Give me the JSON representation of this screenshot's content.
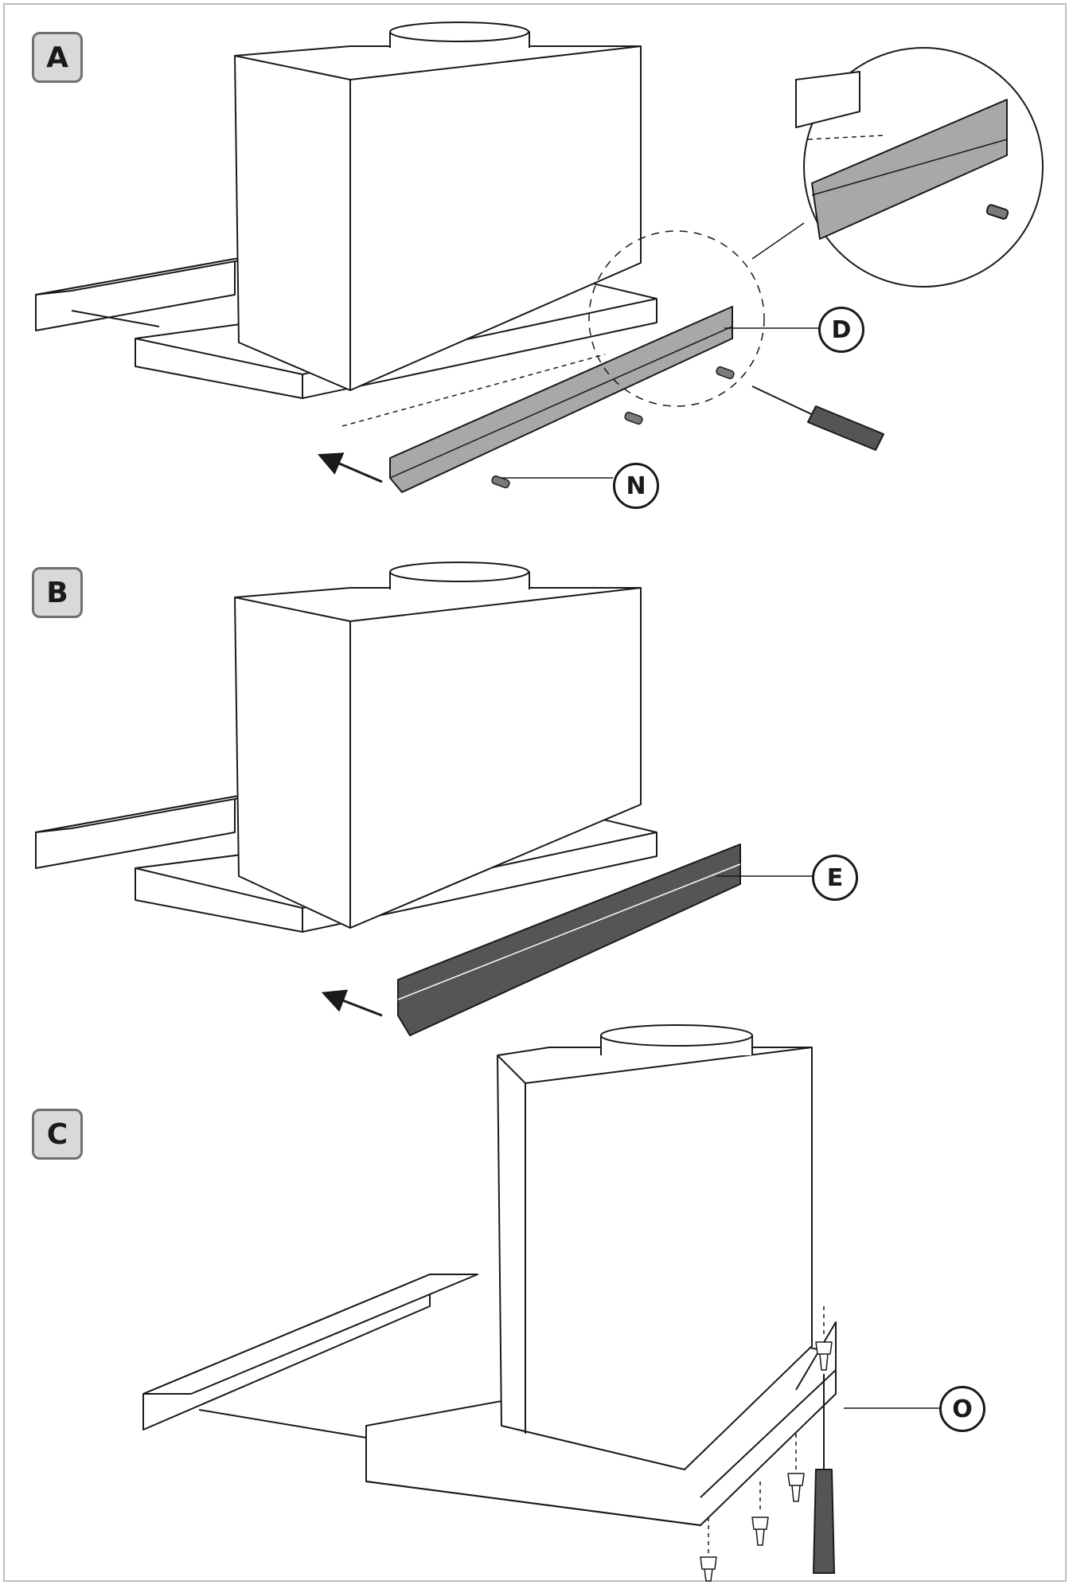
{
  "steps": [
    {
      "label": "A",
      "parts": [
        "D",
        "N"
      ]
    },
    {
      "label": "B",
      "parts": [
        "E"
      ]
    },
    {
      "label": "C",
      "parts": [
        "O"
      ]
    }
  ],
  "colors": {
    "line": "#1a1a1a",
    "panel": "#ffffff",
    "bracket_light": "#a8a8a8",
    "bracket_dark": "#5a5a5a",
    "badge_fill": "#d9d9d9"
  }
}
